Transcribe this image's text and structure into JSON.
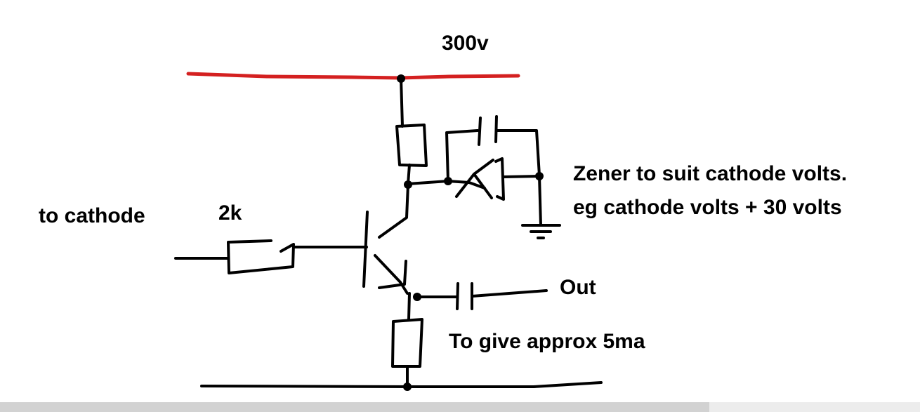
{
  "labels": {
    "supply_voltage": "300v",
    "input": "to cathode",
    "input_resistor": "2k",
    "zener_note_line1": "Zener to suit cathode volts.",
    "zener_note_line2": "eg cathode volts + 30 volts",
    "output": "Out",
    "emitter_resistor_note": "To give approx 5ma"
  },
  "colors": {
    "supply_rail": "#d42020",
    "wires": "#000000",
    "background": "#ffffff"
  }
}
